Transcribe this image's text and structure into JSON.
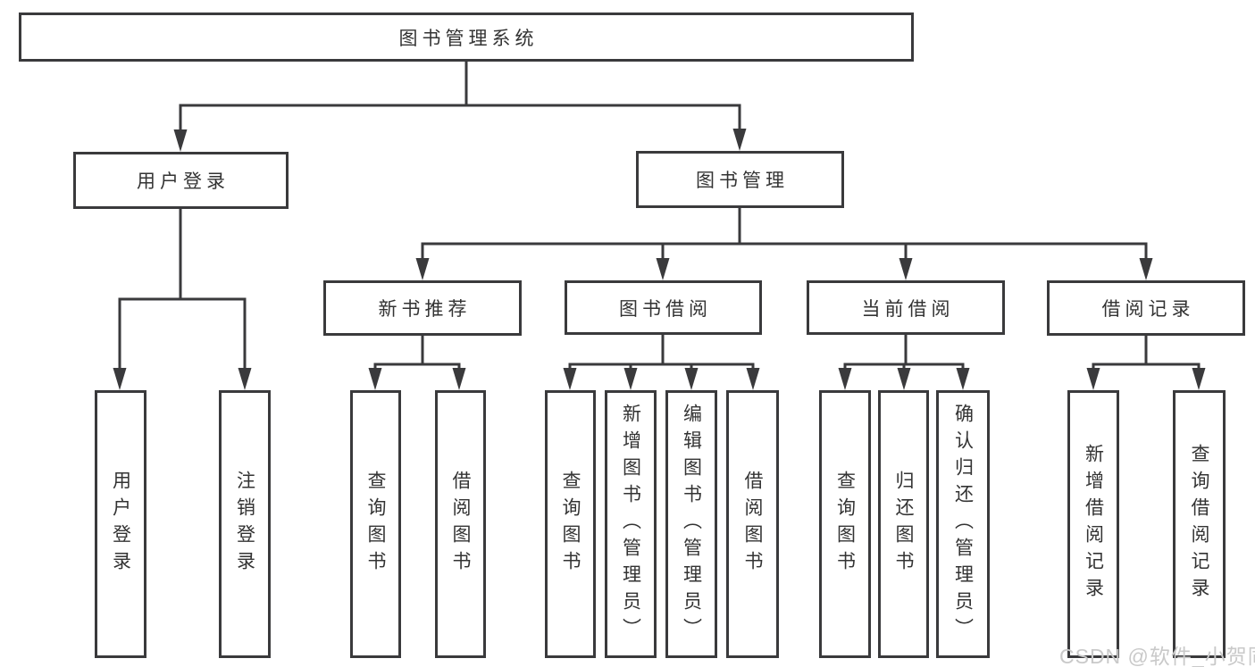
{
  "diagram": {
    "root": {
      "label": "图书管理系统"
    },
    "level2": [
      {
        "label": "用户登录",
        "leaves": [
          "用户登录",
          "注销登录"
        ]
      },
      {
        "label": "图书管理"
      }
    ],
    "level3": [
      {
        "label": "新书推荐",
        "leaves": [
          "查询图书",
          "借阅图书"
        ]
      },
      {
        "label": "图书借阅",
        "leaves": [
          "查询图书",
          "新增图书（管理员）",
          "编辑图书（管理员）",
          "借阅图书"
        ]
      },
      {
        "label": "当前借阅",
        "leaves": [
          "查询图书",
          "归还图书",
          "确认归还（管理员）"
        ]
      },
      {
        "label": "借阅记录",
        "leaves": [
          "新增借阅记录",
          "查询借阅记录"
        ]
      }
    ]
  },
  "watermark": {
    "text": "CSDN @软件_小贺同学"
  },
  "colors": {
    "line": "#3a3a3c",
    "text": "#333333",
    "watermark": "#c9c9c9",
    "background": "#ffffff"
  }
}
